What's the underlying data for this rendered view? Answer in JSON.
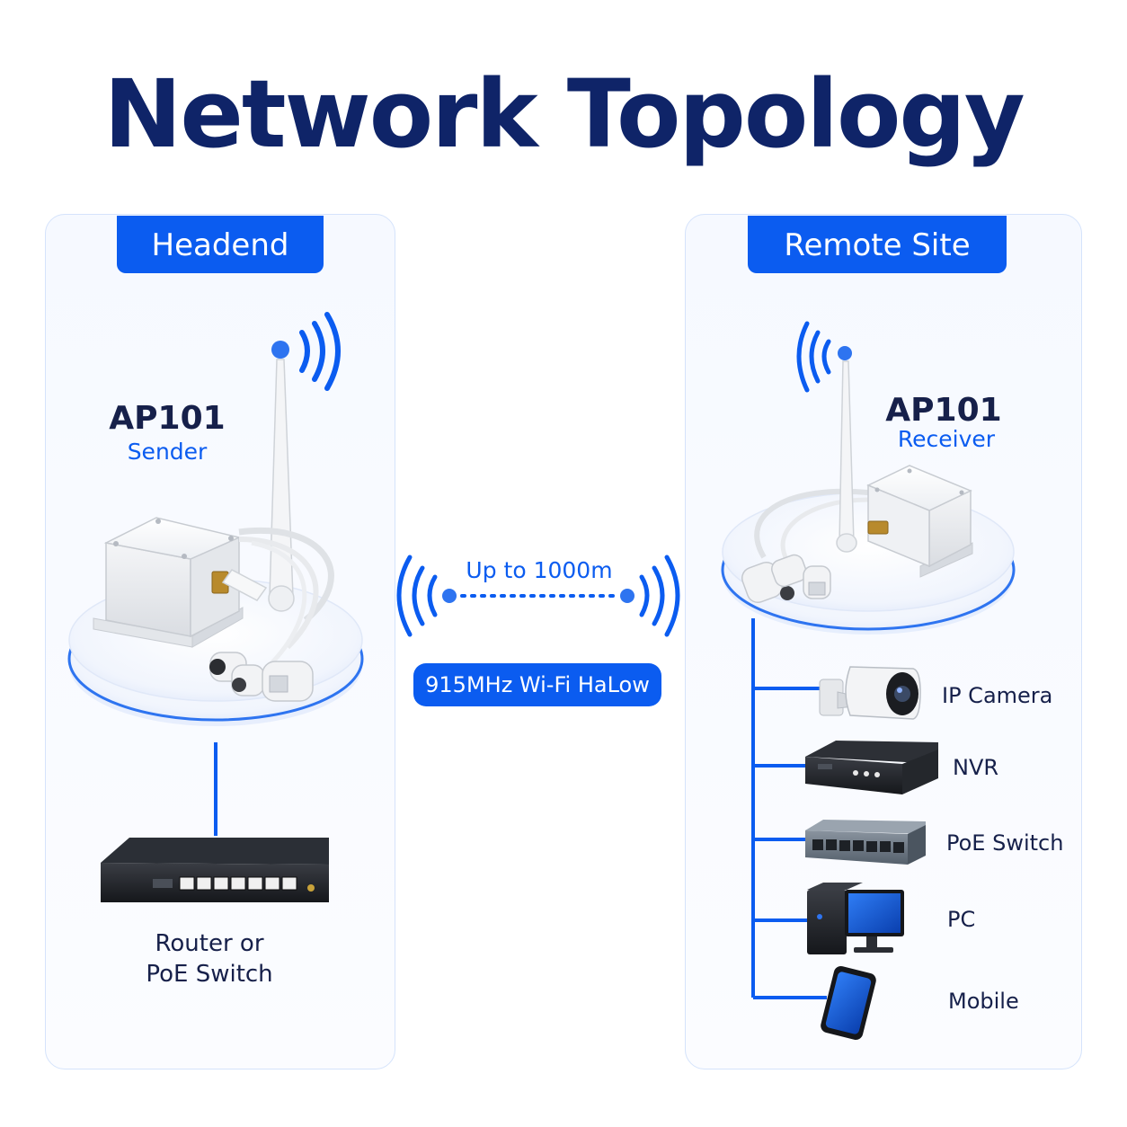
{
  "title": "Network Topology",
  "headend": {
    "tag": "Headend",
    "device_model": "AP101",
    "device_role": "Sender",
    "upstream_label_line1": "Router or",
    "upstream_label_line2": "PoE Switch"
  },
  "link": {
    "range": "Up to 1000m",
    "band": "915MHz Wi-Fi HaLow"
  },
  "remote": {
    "tag": "Remote Site",
    "device_model": "AP101",
    "device_role": "Receiver",
    "devices": [
      "IP Camera",
      "NVR",
      "PoE Switch",
      "PC",
      "Mobile"
    ]
  },
  "colors": {
    "accent": "#0b5cf0",
    "title": "#0f2468",
    "text": "#16204a",
    "panel_border": "#d5e3fb"
  }
}
